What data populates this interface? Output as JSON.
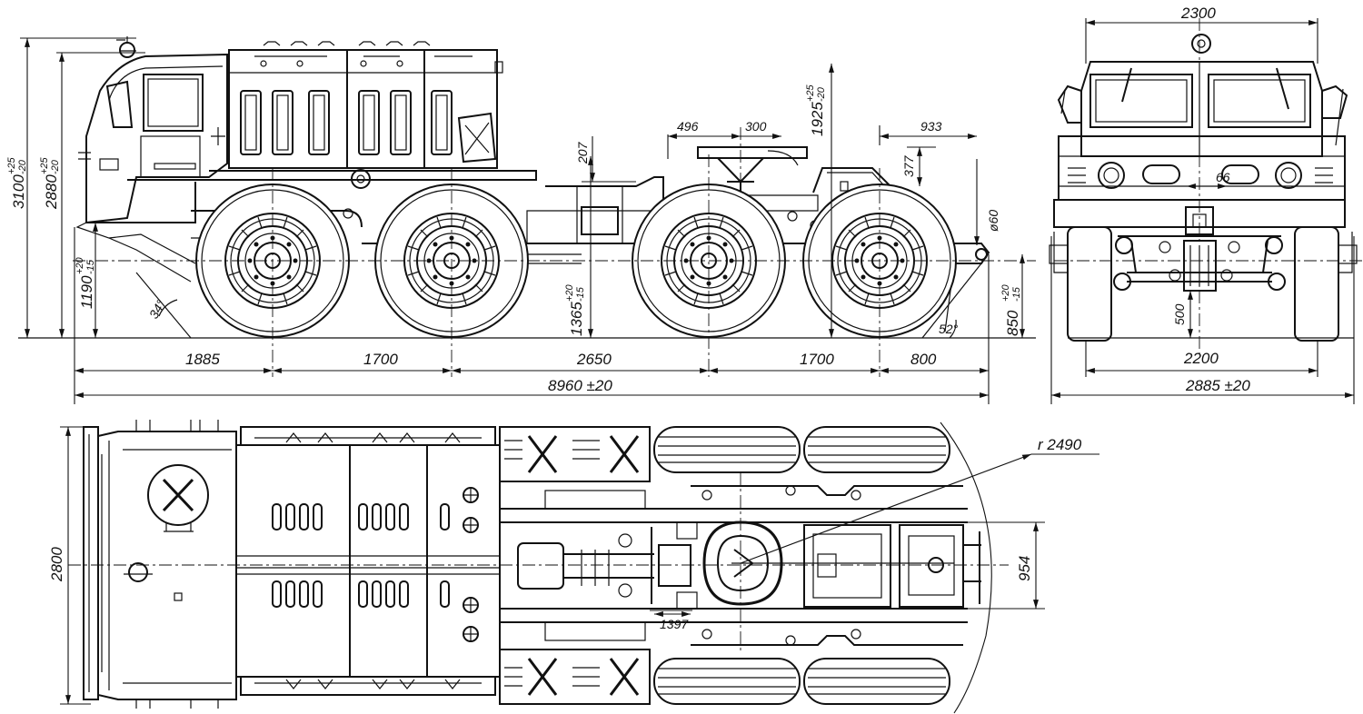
{
  "side_view": {
    "overall_length": "8960 ±20",
    "segments": [
      "1885",
      "1700",
      "2650",
      "1700",
      "800"
    ],
    "height_total": {
      "base": "3100",
      "upper": "+25",
      "lower": "-20"
    },
    "height_cab": {
      "base": "2880",
      "upper": "+25",
      "lower": "-20"
    },
    "frame_height": {
      "base": "1190",
      "upper": "+20",
      "lower": "-15"
    },
    "fifth_wheel_height": {
      "base": "1365",
      "upper": "+20",
      "lower": "-15"
    },
    "rear_frame_height": {
      "base": "850",
      "upper": "+20",
      "lower": "-15"
    },
    "seat_height": {
      "base": "1925",
      "upper": "+25",
      "lower": "-20"
    },
    "approach_angle": "34°",
    "departure_angle": "52°",
    "dim_496": "496",
    "dim_300": "300",
    "dim_933": "933",
    "dim_207": "207",
    "dim_377": "377",
    "dim_phi60": "ø60"
  },
  "front_view": {
    "top_width": "2300",
    "track": "2200",
    "overall_width": "2885 ±20",
    "dim_66": "66",
    "dim_500": "500"
  },
  "top_view": {
    "width": "2800",
    "radius": "r 2490",
    "coupling_width": "954",
    "dim_1397": "1397"
  }
}
